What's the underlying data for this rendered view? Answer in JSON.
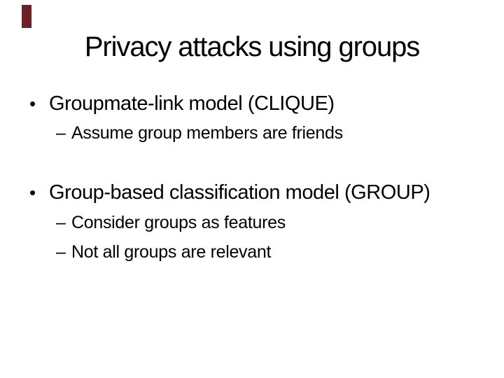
{
  "slide": {
    "title": "Privacy attacks using groups",
    "background_color": "#ffffff",
    "text_color": "#000000",
    "accent_bar_color": "#6e2023",
    "bullets": [
      {
        "level": 1,
        "marker": "•",
        "text": "Groupmate-link model (CLIQUE)"
      },
      {
        "level": 2,
        "marker": "–",
        "text": "Assume group members are friends"
      },
      {
        "level": 1,
        "marker": "•",
        "text": "Group-based classification model (GROUP)"
      },
      {
        "level": 2,
        "marker": "–",
        "text": "Consider groups as features"
      },
      {
        "level": 2,
        "marker": "–",
        "text": "Not all groups are relevant"
      }
    ]
  }
}
